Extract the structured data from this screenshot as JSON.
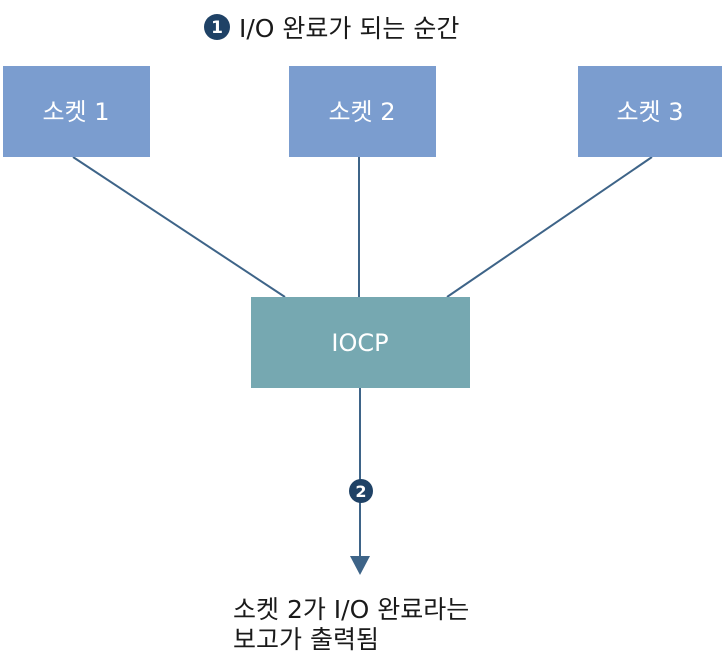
{
  "step1": {
    "badge": "1",
    "caption": "I/O 완료가 되는 순간"
  },
  "sockets": [
    {
      "label": "소켓 1"
    },
    {
      "label": "소켓 2"
    },
    {
      "label": "소켓 3"
    }
  ],
  "iocp": {
    "label": "IOCP"
  },
  "step2": {
    "badge": "2"
  },
  "result": {
    "line1": "소켓 2가 I/O 완료라는",
    "line2": "보고가 출력됨"
  },
  "colors": {
    "socket_box": "#7b9dcf",
    "iocp_box": "#76a8b1",
    "connector": "#3e6488",
    "badge": "#1f4266"
  }
}
